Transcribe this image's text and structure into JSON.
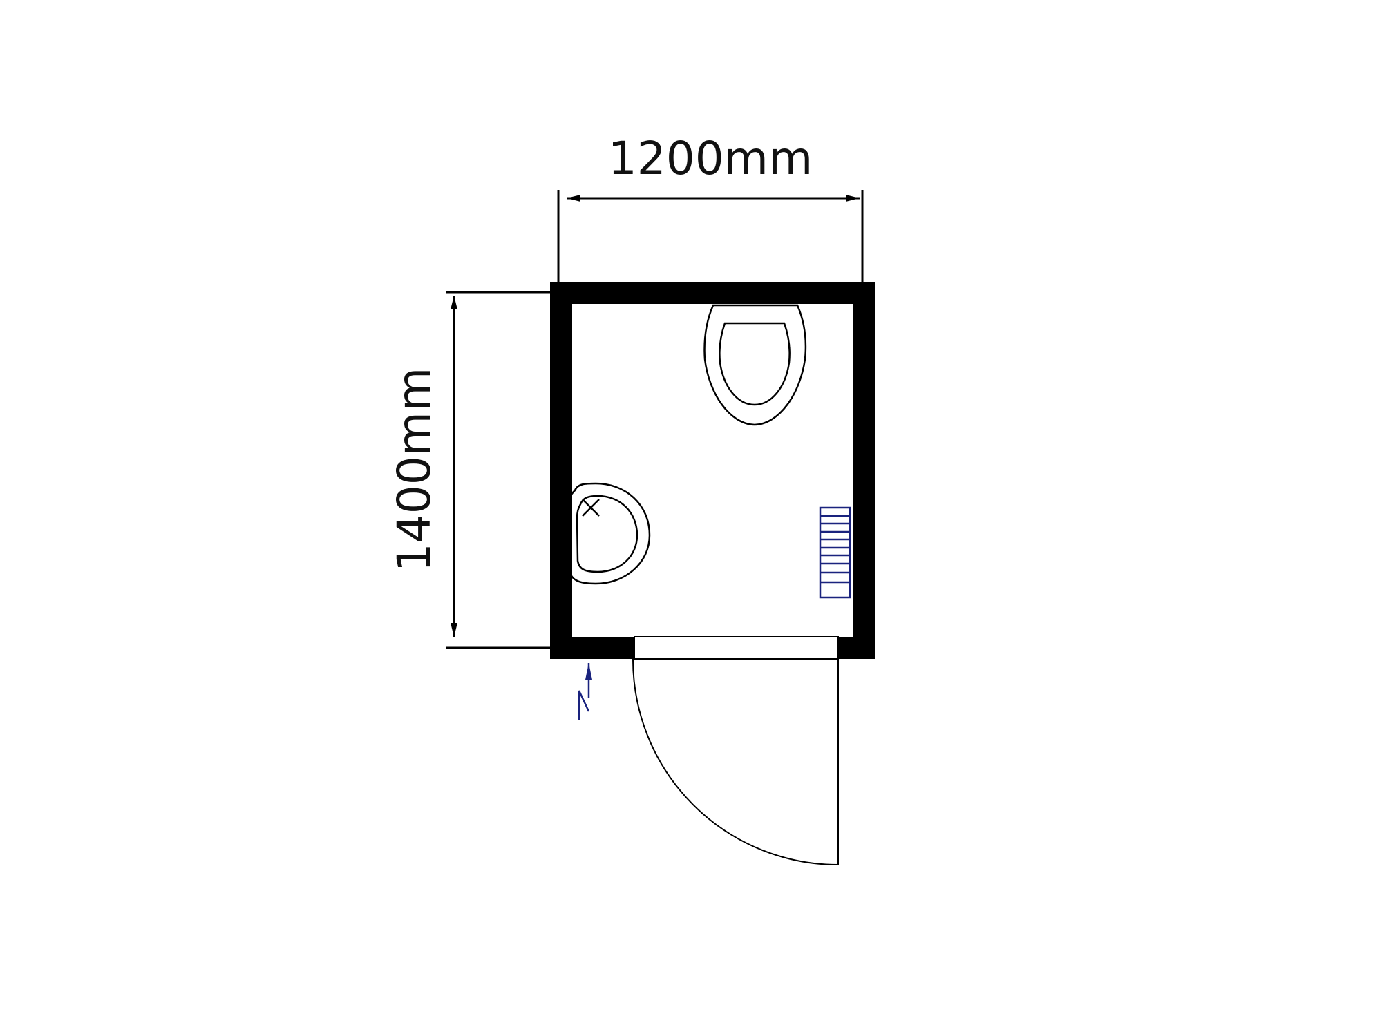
{
  "dimensions": {
    "width_label": "1200mm",
    "depth_label": "1400mm"
  },
  "north_marker": {
    "label": "N"
  },
  "colors": {
    "wall": "#000000",
    "line": "#000000",
    "accent": "#1a237e"
  },
  "fixtures": [
    {
      "name": "toilet",
      "icon": "toilet-icon"
    },
    {
      "name": "wash-basin",
      "icon": "wash-basin-icon"
    },
    {
      "name": "heated-towel-rail",
      "icon": "towel-rail-icon"
    },
    {
      "name": "door",
      "icon": "door-swing-icon"
    }
  ]
}
